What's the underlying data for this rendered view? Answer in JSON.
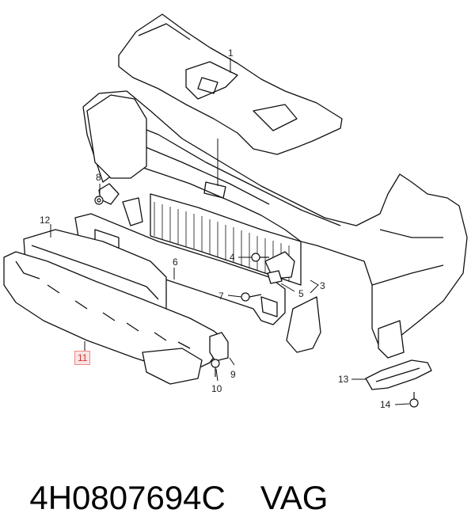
{
  "callouts": {
    "c1": "1",
    "c3": "3",
    "c4": "4",
    "c5": "5",
    "c6": "6",
    "c7": "7",
    "c8": "8",
    "c9": "9",
    "c10": "10",
    "c11": "11",
    "c12": "12",
    "c13": "13",
    "c14": "14"
  },
  "highlighted_part": "11",
  "highlight_color": "#fbe3e3",
  "footer": {
    "part_number": "4H0807694C",
    "brand": "VAG"
  }
}
